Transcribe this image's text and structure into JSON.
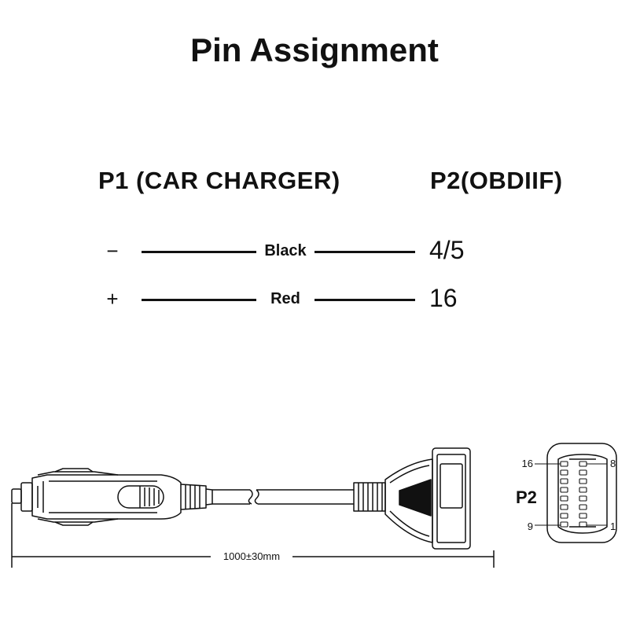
{
  "title": "Pin Assignment",
  "headers": {
    "p1": "P1 (CAR CHARGER)",
    "p2": "P2(OBDIIF)"
  },
  "rows": [
    {
      "symbol": "−",
      "color": "Black",
      "pin": "4/5"
    },
    {
      "symbol": "+",
      "color": "Red",
      "pin": "16"
    }
  ],
  "drawing": {
    "length": "1000±30mm",
    "connector_label": "P2",
    "pin_top_left": "16",
    "pin_top_right": "8",
    "pin_bottom_left": "9",
    "pin_bottom_right": "1"
  }
}
